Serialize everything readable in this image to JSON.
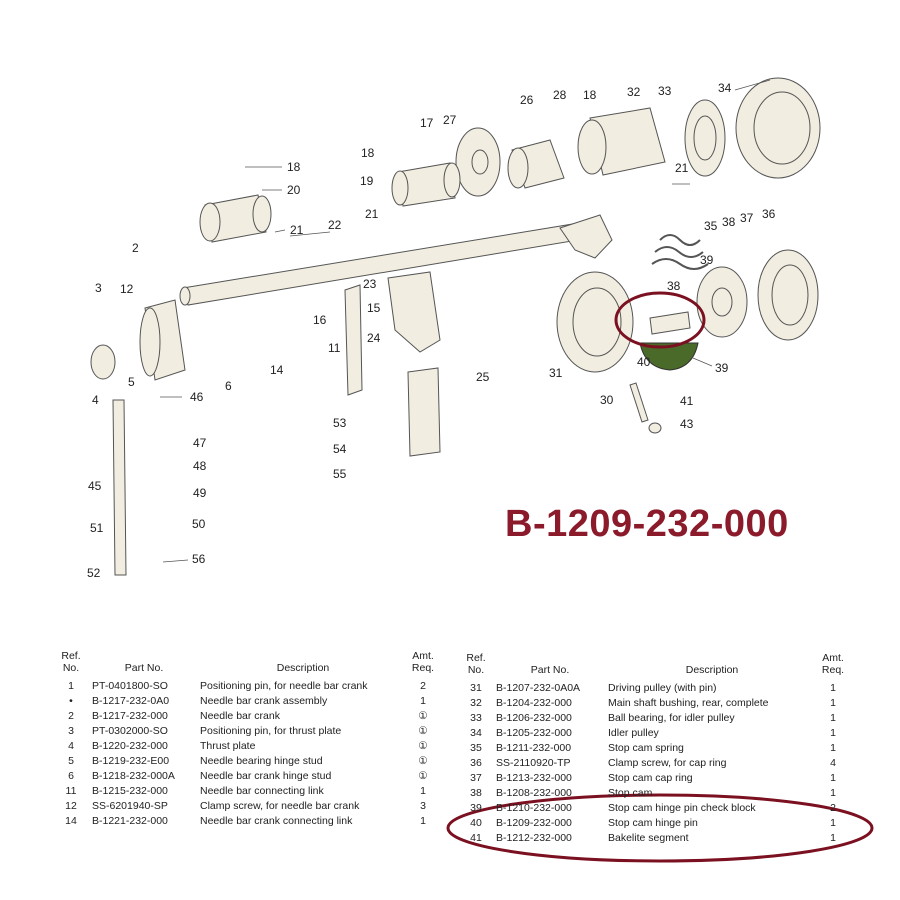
{
  "headline_part_number": "B-1209-232-000",
  "diagram": {
    "callouts": [
      {
        "id": "c2",
        "label": "2"
      },
      {
        "id": "c3",
        "label": "3"
      },
      {
        "id": "c4",
        "label": "4"
      },
      {
        "id": "c5",
        "label": "5"
      },
      {
        "id": "c6",
        "label": "6"
      },
      {
        "id": "c11",
        "label": "11"
      },
      {
        "id": "c12",
        "label": "12"
      },
      {
        "id": "c14",
        "label": "14"
      },
      {
        "id": "c15",
        "label": "15"
      },
      {
        "id": "c16",
        "label": "16"
      },
      {
        "id": "c17",
        "label": "17"
      },
      {
        "id": "c18a",
        "label": "18"
      },
      {
        "id": "c18b",
        "label": "18"
      },
      {
        "id": "c18c",
        "label": "18"
      },
      {
        "id": "c19",
        "label": "19"
      },
      {
        "id": "c20",
        "label": "20"
      },
      {
        "id": "c21a",
        "label": "21"
      },
      {
        "id": "c21b",
        "label": "21"
      },
      {
        "id": "c21c",
        "label": "21"
      },
      {
        "id": "c22",
        "label": "22"
      },
      {
        "id": "c23",
        "label": "23"
      },
      {
        "id": "c24",
        "label": "24"
      },
      {
        "id": "c25",
        "label": "25"
      },
      {
        "id": "c26",
        "label": "26"
      },
      {
        "id": "c27",
        "label": "27"
      },
      {
        "id": "c28",
        "label": "28"
      },
      {
        "id": "c30",
        "label": "30"
      },
      {
        "id": "c31",
        "label": "31"
      },
      {
        "id": "c32",
        "label": "32"
      },
      {
        "id": "c33",
        "label": "33"
      },
      {
        "id": "c34",
        "label": "34"
      },
      {
        "id": "c35",
        "label": "35"
      },
      {
        "id": "c36",
        "label": "36"
      },
      {
        "id": "c37",
        "label": "37"
      },
      {
        "id": "c38a",
        "label": "38"
      },
      {
        "id": "c38b",
        "label": "38"
      },
      {
        "id": "c39a",
        "label": "39"
      },
      {
        "id": "c39b",
        "label": "39"
      },
      {
        "id": "c40",
        "label": "40"
      },
      {
        "id": "c41",
        "label": "41"
      },
      {
        "id": "c43",
        "label": "43"
      },
      {
        "id": "c45",
        "label": "45"
      },
      {
        "id": "c46",
        "label": "46"
      },
      {
        "id": "c47",
        "label": "47"
      },
      {
        "id": "c48",
        "label": "48"
      },
      {
        "id": "c49",
        "label": "49"
      },
      {
        "id": "c50",
        "label": "50"
      },
      {
        "id": "c51",
        "label": "51"
      },
      {
        "id": "c52",
        "label": "52"
      },
      {
        "id": "c53",
        "label": "53"
      },
      {
        "id": "c54",
        "label": "54"
      },
      {
        "id": "c55",
        "label": "55"
      },
      {
        "id": "c56",
        "label": "56"
      }
    ]
  },
  "table_headers": {
    "ref": [
      "Ref.",
      "No."
    ],
    "part_no": "Part No.",
    "description": "Description",
    "amt": [
      "Amt.",
      "Req."
    ]
  },
  "table_left": [
    {
      "ref": "1",
      "part": "PT-0401800-SO",
      "desc": "Positioning pin, for needle bar crank",
      "amt": "2"
    },
    {
      "ref": "•",
      "part": "B-1217-232-0A0",
      "desc": "Needle bar crank assembly",
      "amt": "1"
    },
    {
      "ref": "2",
      "part": "B-1217-232-000",
      "desc": "Needle bar crank",
      "amt": "①"
    },
    {
      "ref": "3",
      "part": "PT-0302000-SO",
      "desc": "Positioning pin, for thrust plate",
      "amt": "①"
    },
    {
      "ref": "4",
      "part": "B-1220-232-000",
      "desc": "Thrust plate",
      "amt": "①"
    },
    {
      "ref": "5",
      "part": "B-1219-232-E00",
      "desc": "Needle bearing hinge stud",
      "amt": "①"
    },
    {
      "ref": "6",
      "part": "B-1218-232-000A",
      "desc": "Needle bar crank hinge stud",
      "amt": "①"
    },
    {
      "ref": "11",
      "part": "B-1215-232-000",
      "desc": "Needle bar connecting link",
      "amt": "1"
    },
    {
      "ref": "12",
      "part": "SS-6201940-SP",
      "desc": "Clamp screw, for needle bar crank",
      "amt": "3"
    },
    {
      "ref": "14",
      "part": "B-1221-232-000",
      "desc": "Needle bar crank connecting link",
      "amt": "1"
    }
  ],
  "table_right": [
    {
      "ref": "31",
      "part": "B-1207-232-0A0A",
      "desc": "Driving pulley (with pin)",
      "amt": "1"
    },
    {
      "ref": "32",
      "part": "B-1204-232-000",
      "desc": "Main shaft bushing, rear, complete",
      "amt": "1"
    },
    {
      "ref": "33",
      "part": "B-1206-232-000",
      "desc": "Ball bearing, for idler pulley",
      "amt": "1"
    },
    {
      "ref": "34",
      "part": "B-1205-232-000",
      "desc": "Idler pulley",
      "amt": "1"
    },
    {
      "ref": "35",
      "part": "B-1211-232-000",
      "desc": "Stop cam spring",
      "amt": "1"
    },
    {
      "ref": "36",
      "part": "SS-2110920-TP",
      "desc": "Clamp screw, for cap ring",
      "amt": "4"
    },
    {
      "ref": "37",
      "part": "B-1213-232-000",
      "desc": "Stop cam cap ring",
      "amt": "1"
    },
    {
      "ref": "38",
      "part": "B-1208-232-000",
      "desc": "Stop cam",
      "amt": "1"
    },
    {
      "ref": "39",
      "part": "B-1210-232-000",
      "desc": "Stop cam hinge pin check block",
      "amt": "2"
    },
    {
      "ref": "40",
      "part": "B-1209-232-000",
      "desc": "Stop cam hinge pin",
      "amt": "1"
    },
    {
      "ref": "41",
      "part": "B-1212-232-000",
      "desc": "Bakelite segment",
      "amt": "1"
    }
  ],
  "colors": {
    "highlight": "#7b1020",
    "part_fill": "#f1ede0",
    "line": "#555555",
    "segment": "#4a6a2a"
  }
}
